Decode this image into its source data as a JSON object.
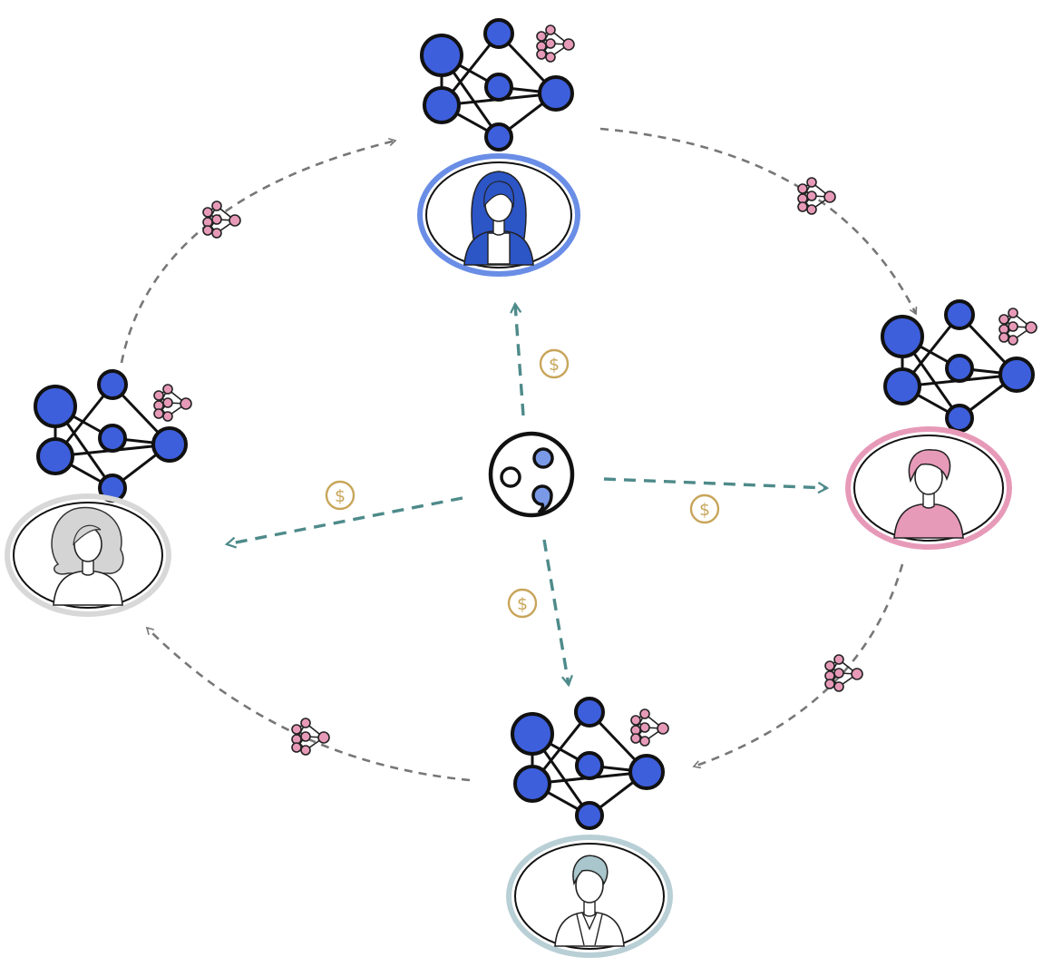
{
  "diagram": {
    "currency_symbol": "$",
    "colors": {
      "big_node": "#3e5fdc",
      "small_node": "#e79ab8",
      "edge": "#111111",
      "ring_arrow": "#777777",
      "payment_arrow": "#4e8a8a",
      "coin": "#c8a55a",
      "hub_dot_blue": "#7a9ae8"
    },
    "participants": [
      {
        "id": "top",
        "hair_color": "#2c55c6",
        "clothes_color": "#2c55c6",
        "ring_color": "#6a8ee6",
        "avatar_icon": "woman-long-hair-icon"
      },
      {
        "id": "right",
        "hair_color": "#e79ab8",
        "clothes_color": "#e79ab8",
        "ring_color": "#e79ab8",
        "avatar_icon": "man-short-hair-icon"
      },
      {
        "id": "bottom",
        "hair_color": "#a8c6cc",
        "clothes_color": "#ffffff",
        "ring_color": "#b9cfd6",
        "avatar_icon": "man-suit-icon"
      },
      {
        "id": "left",
        "hair_color": "#d4d4d4",
        "clothes_color": "#ffffff",
        "ring_color": "#d8d8d8",
        "avatar_icon": "woman-curly-hair-icon"
      }
    ],
    "hub_icon": "central-server-icon"
  }
}
